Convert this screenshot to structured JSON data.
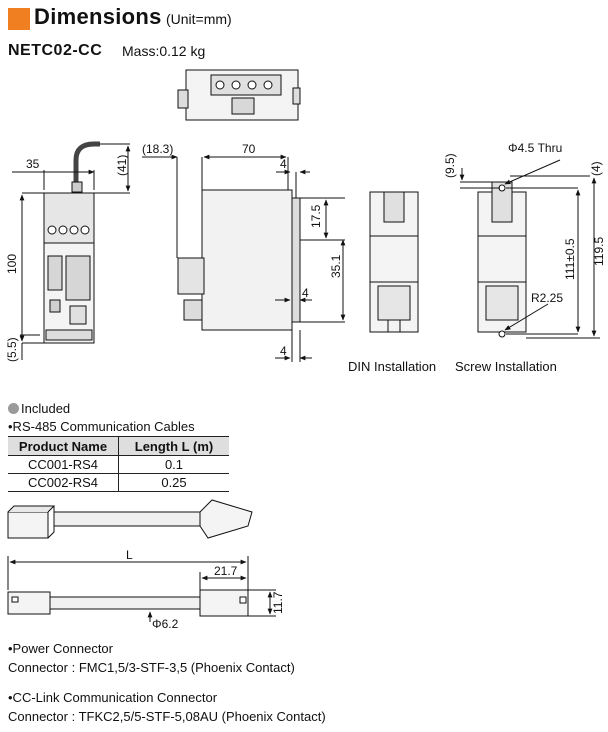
{
  "header": {
    "title": "Dimensions",
    "unit": "(Unit=mm)",
    "model": "NETC02-CC",
    "mass": "Mass:0.12 kg"
  },
  "drawing": {
    "dims": {
      "d_18_3": "(18.3)",
      "d_70": "70",
      "d_4_top": "4",
      "d_35": "35",
      "d_41": "(41)",
      "d_100": "100",
      "d_5_5": "(5.5)",
      "d_17_5": "17.5",
      "d_35_1": "35.1",
      "d_4_mid": "4",
      "d_4_bottom": "4",
      "d_9_5": "(9.5)",
      "d_4_right": "(4)",
      "d_thru": "Φ4.5 Thru",
      "d_111": "111±0.5",
      "d_119_5": "119.5",
      "d_r225": "R2.25"
    },
    "captions": {
      "din": "DIN Installation",
      "screw": "Screw Installation"
    }
  },
  "included": {
    "label": "Included",
    "cables_heading": "•RS-485 Communication Cables",
    "table": {
      "headers": [
        "Product Name",
        "Length L (m)"
      ],
      "rows": [
        [
          "CC001-RS4",
          "0.1"
        ],
        [
          "CC002-RS4",
          "0.25"
        ]
      ]
    }
  },
  "cable_drawing": {
    "length_label": "L",
    "d_21_7": "21.7",
    "d_11_7": "11.7",
    "d_phi": "Φ6.2"
  },
  "connectors": {
    "power_heading": "•Power Connector",
    "power_value": "Connector : FMC1,5/3-STF-3,5 (Phoenix Contact)",
    "cclink_heading": "•CC-Link  Communication  Connector",
    "cclink_value": "Connector : TFKC2,5/5-STF-5,08AU (Phoenix Contact)"
  }
}
